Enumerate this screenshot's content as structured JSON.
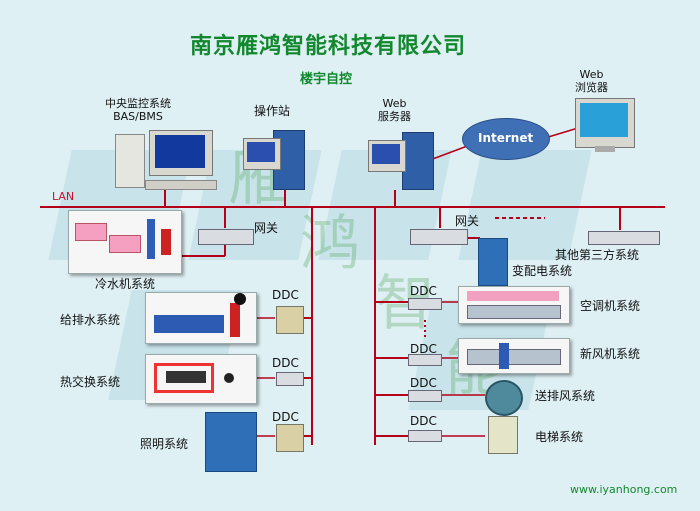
{
  "title": "南京雁鸿智能科技有限公司",
  "subtitle": "楼宇自控",
  "nodes": {
    "central": "中央监控系统\nBAS/BMS",
    "operator": "操作站",
    "web_server": "Web\n服务器",
    "web_browser": "Web\n浏览器",
    "internet": "Internet",
    "lan": "LAN",
    "gateway_left": "网关",
    "gateway_right": "网关",
    "other_third_party": "其他第三方系统",
    "chiller": "冷水机系统",
    "substation": "变配电系统",
    "water": "给排水系统",
    "heat": "热交换系统",
    "lighting": "照明系统",
    "ahu": "空调机系统",
    "fresh_air": "新风机系统",
    "ventilation": "送排风系统",
    "elevator": "电梯系统"
  },
  "ddc_label": "DDC",
  "website": "www.iyanhong.com",
  "colors": {
    "title_green": "#12882e",
    "line_red": "#b5001a",
    "background": "#dff0f4"
  }
}
